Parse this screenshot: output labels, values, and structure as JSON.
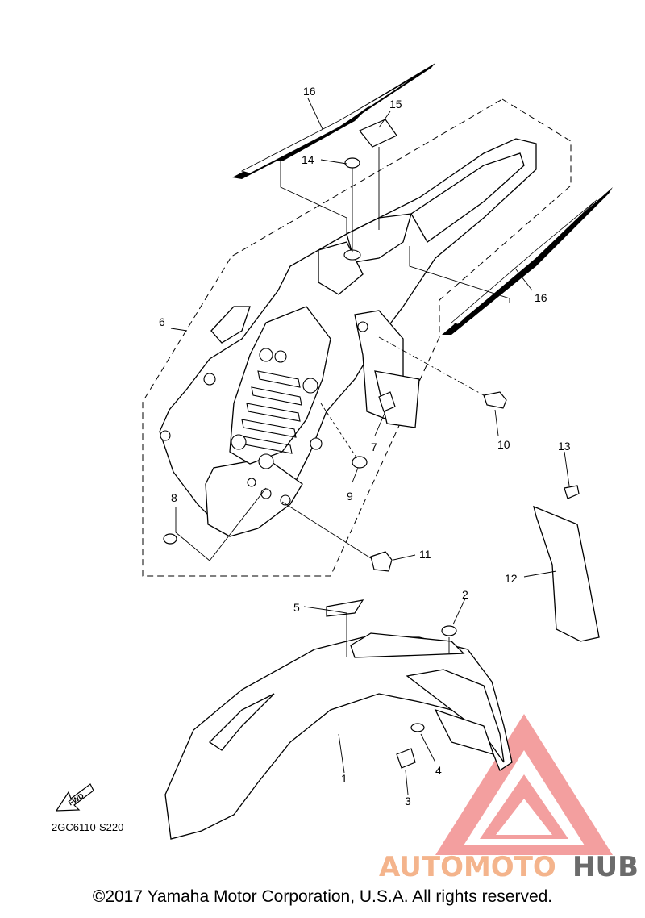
{
  "diagram": {
    "code": "2GC6110-S220",
    "fwd_label": "FWD",
    "copyright": "©2017 Yamaha Motor Corporation, U.S.A. All rights reserved."
  },
  "parts": [
    {
      "id": "1",
      "label": "1"
    },
    {
      "id": "2",
      "label": "2"
    },
    {
      "id": "3",
      "label": "3"
    },
    {
      "id": "4",
      "label": "4"
    },
    {
      "id": "5",
      "label": "5"
    },
    {
      "id": "6",
      "label": "6"
    },
    {
      "id": "7",
      "label": "7"
    },
    {
      "id": "8",
      "label": "8"
    },
    {
      "id": "9",
      "label": "9"
    },
    {
      "id": "10",
      "label": "10"
    },
    {
      "id": "11",
      "label": "11"
    },
    {
      "id": "12",
      "label": "12"
    },
    {
      "id": "13",
      "label": "13"
    },
    {
      "id": "14",
      "label": "14"
    },
    {
      "id": "15",
      "label": "15"
    },
    {
      "id": "16a",
      "label": "16"
    },
    {
      "id": "16b",
      "label": "16"
    }
  ],
  "watermark": {
    "word_1": "AUTOMOTO",
    "word_2": "HUB",
    "color_primary": "#f4b48c",
    "color_secondary": "#6b6b6b",
    "triangle_color": "#f08080"
  }
}
